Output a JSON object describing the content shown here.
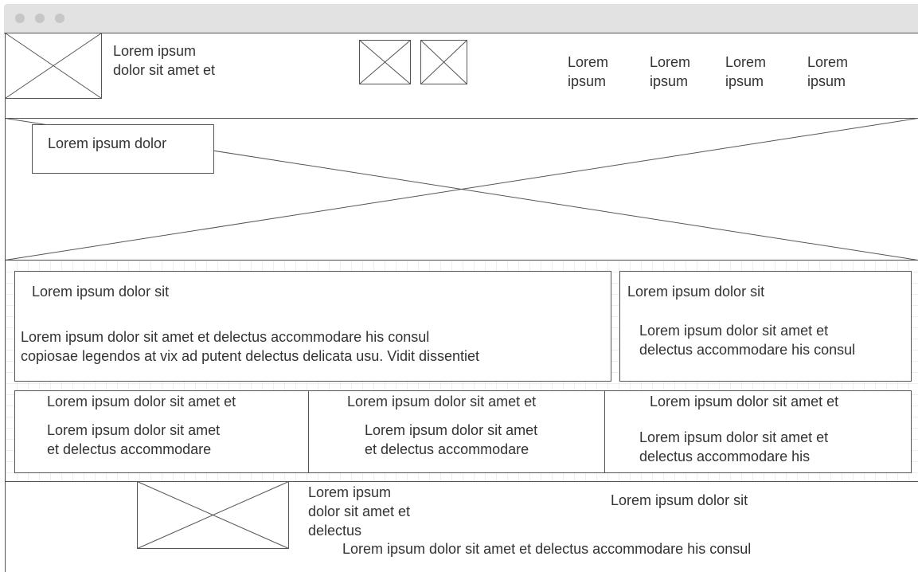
{
  "header": {
    "logo_text_line1": "Lorem ipsum",
    "logo_text_line2": "dolor sit amet et",
    "nav": [
      {
        "line1": "Lorem",
        "line2": "ipsum"
      },
      {
        "line1": "Lorem",
        "line2": "ipsum"
      },
      {
        "line1": "Lorem",
        "line2": "ipsum"
      },
      {
        "line1": "Lorem",
        "line2": "ipsum"
      }
    ]
  },
  "hero": {
    "caption": "Lorem ipsum dolor"
  },
  "feature": {
    "main_title": "Lorem ipsum dolor sit",
    "main_body_line1": "Lorem ipsum dolor sit amet et delectus accommodare his consul",
    "main_body_line2": "copiosae legendos at vix ad putent delectus delicata usu. Vidit dissentiet",
    "side_title": "Lorem ipsum dolor sit",
    "side_body_line1": "Lorem ipsum dolor sit amet et",
    "side_body_line2": "delectus accommodare his consul"
  },
  "columns": [
    {
      "title": "Lorem ipsum dolor sit amet et",
      "body_line1": "Lorem ipsum dolor sit amet",
      "body_line2": "et delectus accommodare"
    },
    {
      "title": "Lorem ipsum dolor sit amet et",
      "body_line1": "Lorem ipsum dolor sit amet",
      "body_line2": "et delectus accommodare"
    },
    {
      "title": "Lorem ipsum dolor sit amet et",
      "body_line1": "Lorem ipsum dolor sit amet et",
      "body_line2": "delectus accommodare his"
    }
  ],
  "footer": {
    "text_line1": "Lorem ipsum",
    "text_line2": "dolor sit amet et",
    "text_line3": "delectus",
    "right_title": "Lorem ipsum dolor sit",
    "bottom_line": "Lorem ipsum dolor sit amet et delectus accommodare his consul"
  }
}
